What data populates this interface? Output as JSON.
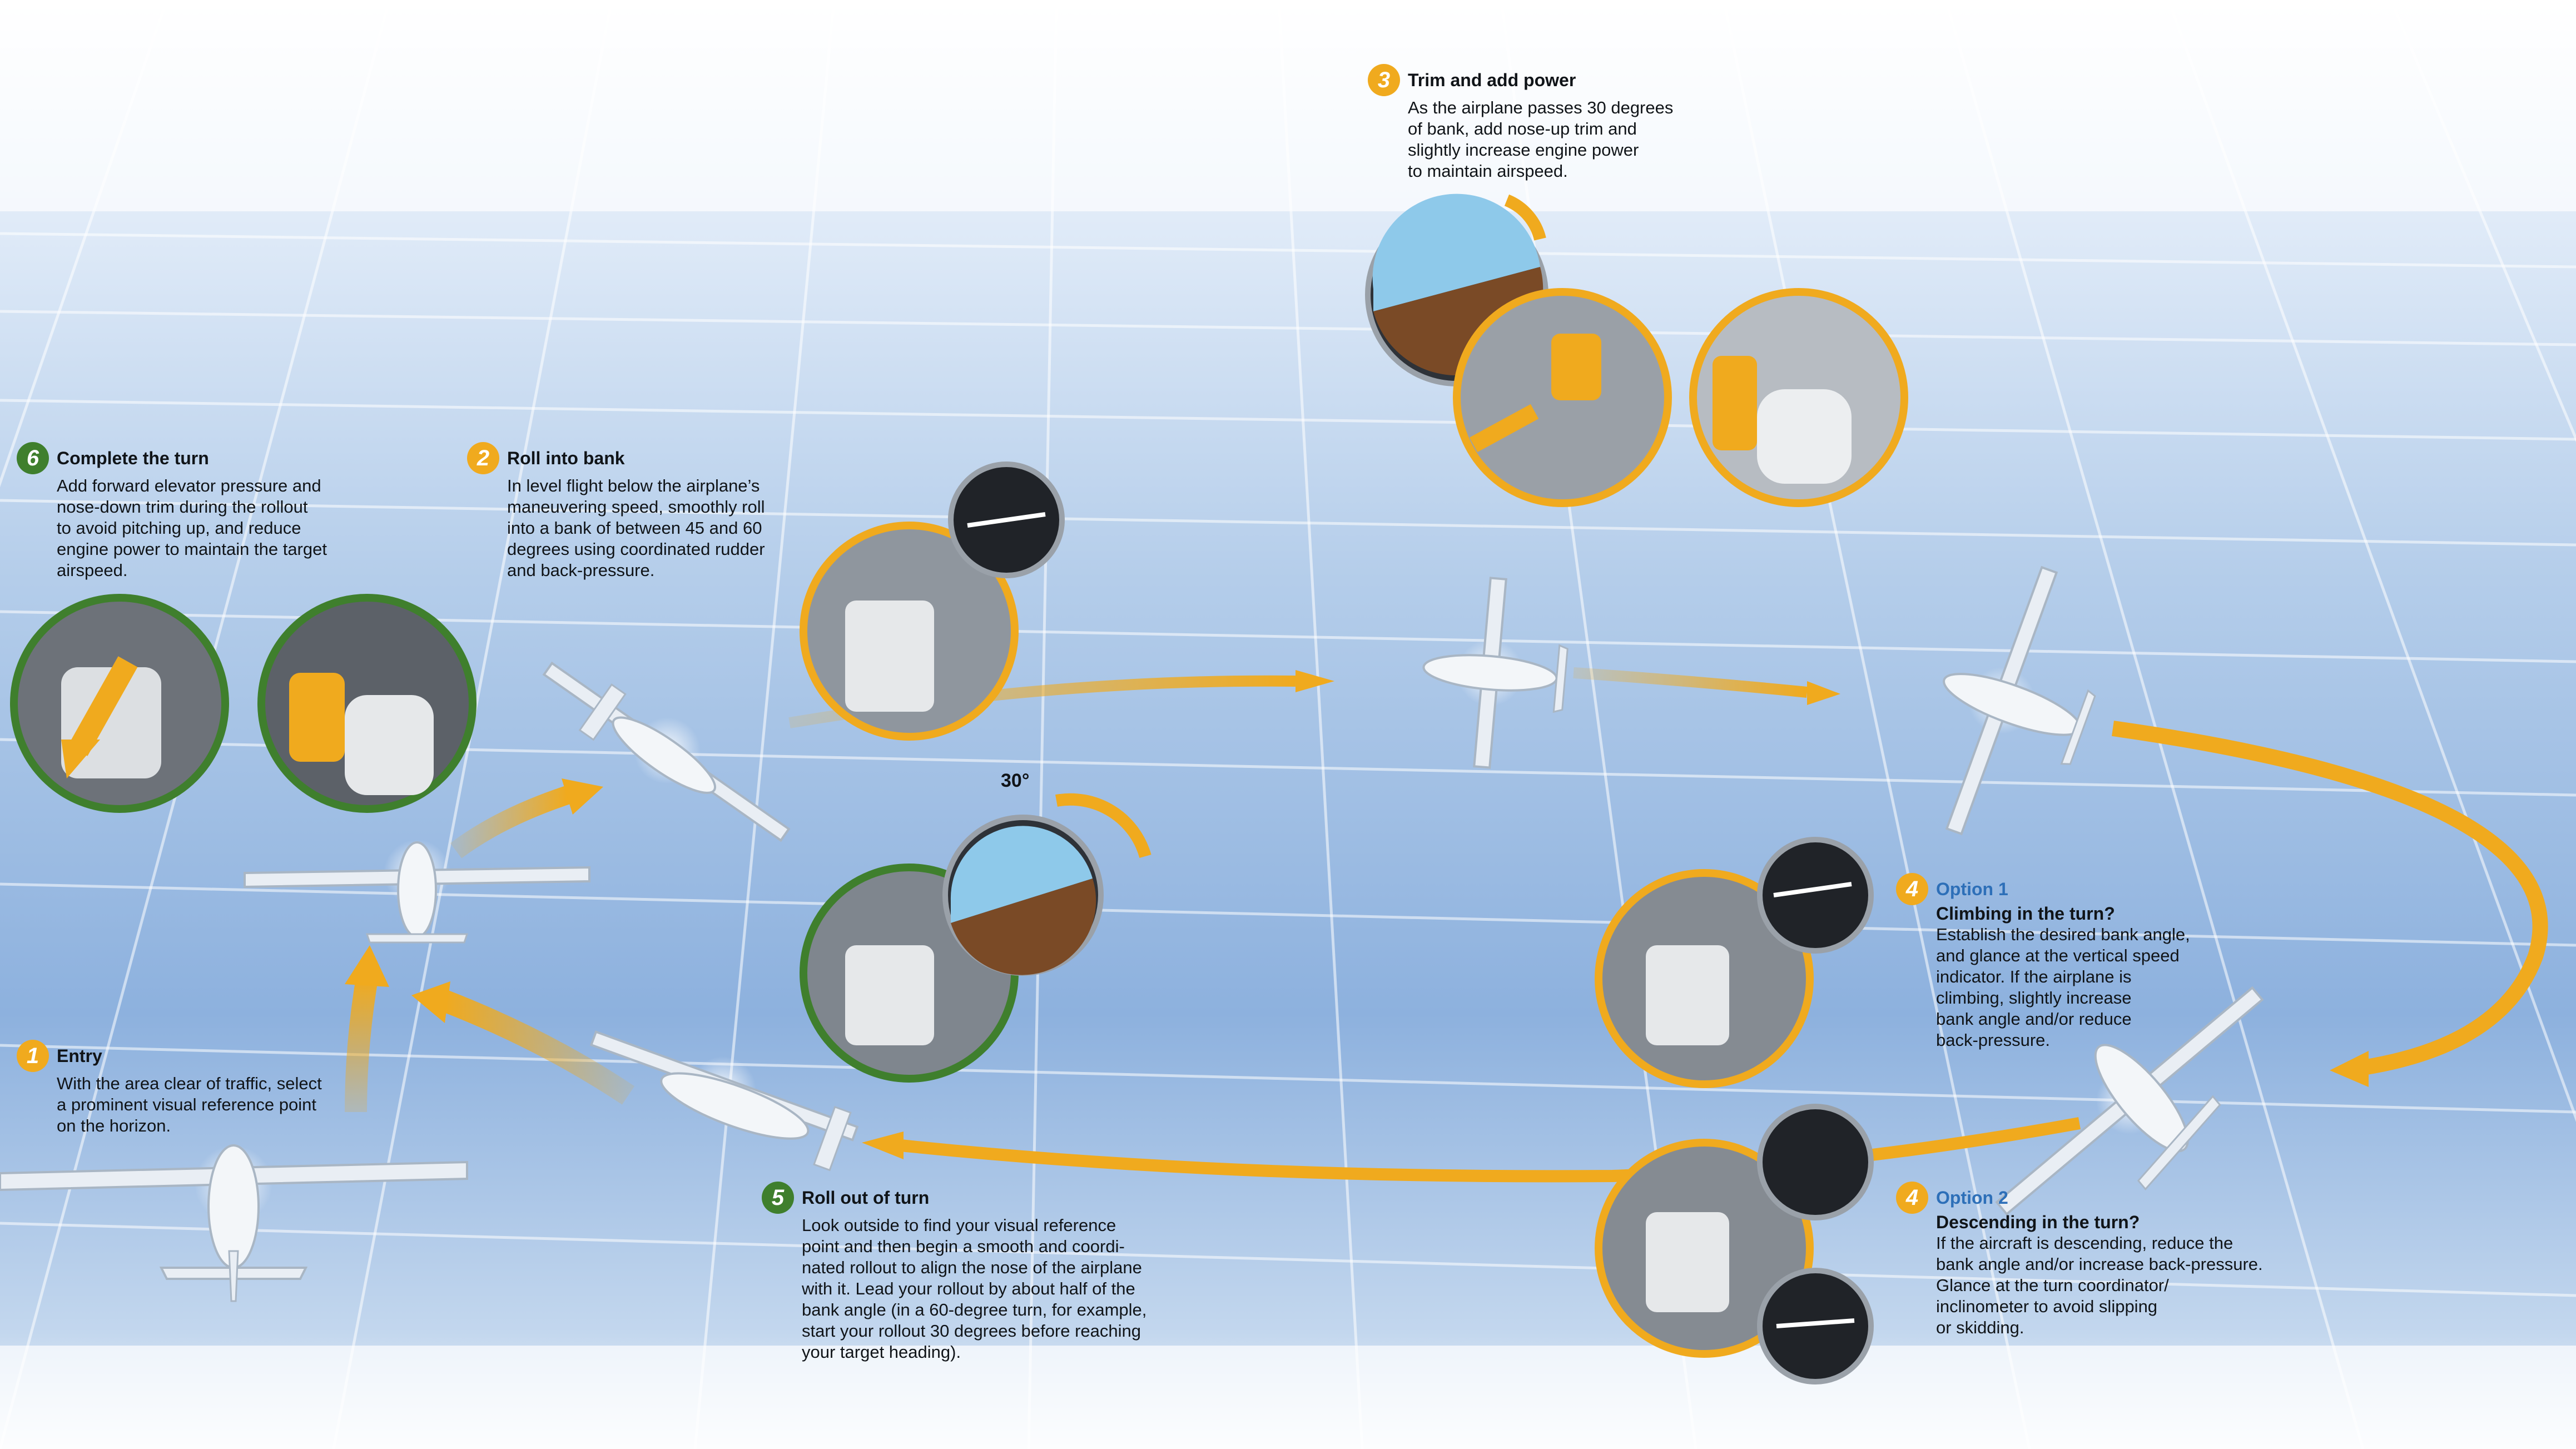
{
  "steps": {
    "s1": {
      "num": "1",
      "title": "Entry",
      "lines": [
        "With the area clear of traffic, select",
        "a prominent visual reference point",
        "on the horizon."
      ]
    },
    "s2": {
      "num": "2",
      "title": "Roll into bank",
      "lines": [
        "In level flight below the airplane’s",
        "maneuvering speed, smoothly roll",
        "into a bank of between 45 and 60",
        "degrees using coordinated rudder",
        "and back-pressure."
      ]
    },
    "s3": {
      "num": "3",
      "title": "Trim and add power",
      "lines": [
        "As the airplane passes 30 degrees",
        "of bank, add nose-up trim and",
        "slightly increase engine power",
        "to maintain airspeed."
      ]
    },
    "s4a": {
      "num": "4",
      "option": "Option 1",
      "title": "Climbing in the turn?",
      "lines": [
        "Establish the desired bank angle,",
        "and glance at the vertical speed",
        "indicator. If the airplane is",
        "climbing, slightly increase",
        "bank angle and/or reduce",
        "back-pressure."
      ]
    },
    "s4b": {
      "num": "4",
      "option": "Option 2",
      "title": "Descending in the turn?",
      "lines": [
        "If the aircraft is descending, reduce the",
        "bank angle and/or increase back-pressure.",
        "Glance at the turn coordinator/",
        "inclinometer to avoid slipping",
        "or skidding."
      ]
    },
    "s5": {
      "num": "5",
      "title": "Roll out of turn",
      "lines": [
        "Look outside to find your visual reference",
        "point and then begin a smooth and coordi-",
        "nated rollout to align the nose of the airplane",
        "with it. Lead your rollout by about half of the",
        "bank angle (in a 60-degree turn, for example,",
        "start your rollout 30 degrees before reaching",
        "your target heading)."
      ]
    },
    "s6": {
      "num": "6",
      "title": "Complete the turn",
      "lines": [
        "Add forward elevator pressure and",
        "nose-down trim during the rollout",
        "to avoid pitching up, and reduce",
        "engine power to maintain the target",
        "airspeed."
      ]
    }
  },
  "bank_label": "30°",
  "colors": {
    "accent_orange": "#f0aa1e",
    "accent_green": "#3f7f2d",
    "option_blue": "#2d6fb8",
    "sky": "#8db1de"
  }
}
